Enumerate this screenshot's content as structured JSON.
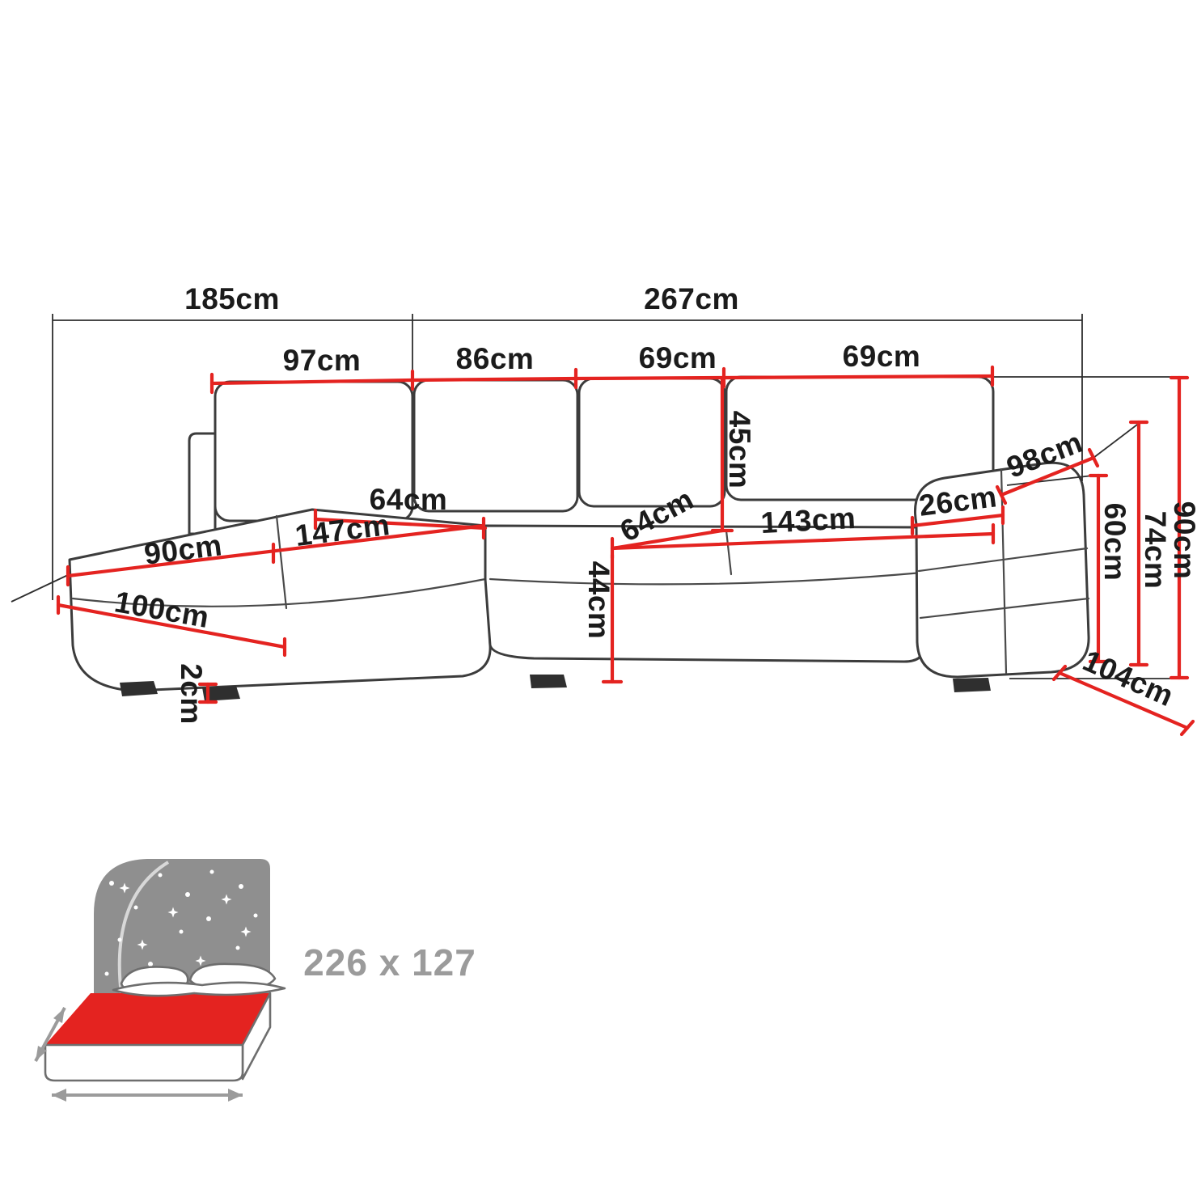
{
  "colors": {
    "dimension_red": "#e42320",
    "text_black": "#1b1b1b",
    "sofa_outline": "#3c3c3c",
    "icon_gray": "#8f8f8f",
    "bed_red": "#e42320"
  },
  "dimensions": {
    "total_width_left": {
      "value": "185",
      "unit": "cm"
    },
    "total_width_right": {
      "value": "267",
      "unit": "cm"
    },
    "back_cushion_1": {
      "value": "97",
      "unit": "cm"
    },
    "back_cushion_2": {
      "value": "86",
      "unit": "cm"
    },
    "back_cushion_3": {
      "value": "69",
      "unit": "cm"
    },
    "back_cushion_4": {
      "value": "69",
      "unit": "cm"
    },
    "backrest_height": {
      "value": "45",
      "unit": "cm"
    },
    "armrest_length": {
      "value": "98",
      "unit": "cm"
    },
    "armrest_width": {
      "value": "26",
      "unit": "cm"
    },
    "seat_depth_left": {
      "value": "64",
      "unit": "cm"
    },
    "seat_depth_right": {
      "value": "64",
      "unit": "cm"
    },
    "seat_width": {
      "value": "143",
      "unit": "cm"
    },
    "chaise_width": {
      "value": "90",
      "unit": "cm"
    },
    "chaise_length": {
      "value": "147",
      "unit": "cm"
    },
    "chaise_front_length": {
      "value": "100",
      "unit": "cm"
    },
    "seat_height": {
      "value": "44",
      "unit": "cm"
    },
    "leg_height": {
      "value": "2",
      "unit": "cm"
    },
    "height_seat": {
      "value": "60",
      "unit": "cm"
    },
    "height_armrest": {
      "value": "74",
      "unit": "cm"
    },
    "height_total": {
      "value": "90",
      "unit": "cm"
    },
    "depth_total": {
      "value": "104",
      "unit": "cm"
    }
  },
  "sleeping_area": {
    "label": "226 x 127"
  }
}
